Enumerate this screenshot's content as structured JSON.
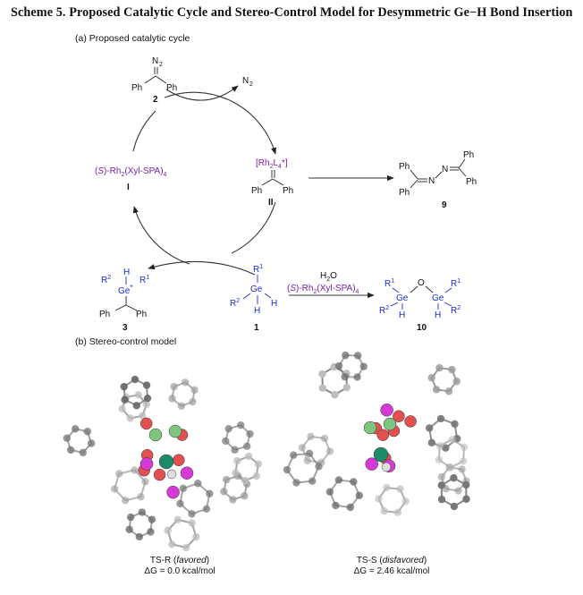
{
  "title": "Scheme 5. Proposed Catalytic Cycle and Stereo-Control Model for Desymmetric Ge−H Bond Insertion",
  "section_a": "(a) Proposed catalytic cycle",
  "section_b": "(b) Stereo-control model",
  "compounds": {
    "diazo": {
      "top": "N",
      "top_sub": "2",
      "left": "Ph",
      "right": "Ph",
      "number": "2"
    },
    "n2_release": {
      "text": "N",
      "sub": "2"
    },
    "catalyst": {
      "prefix": "(",
      "stereo": "S",
      "mid": ")-Rh",
      "sub1": "2",
      "ligand": "(Xyl-SPA)",
      "sub2": "4",
      "number": "I"
    },
    "carbene": {
      "text_a": "[Rh",
      "sub_a": "2",
      "text_b": "L",
      "sub_b": "4",
      "text_c": "*]",
      "left": "Ph",
      "right": "Ph",
      "number": "II"
    },
    "azine": {
      "ph1": "Ph",
      "ph2": "Ph",
      "ph3": "Ph",
      "ph4": "Ph",
      "n1": "N",
      "n2": "N",
      "number": "9"
    },
    "product": {
      "r2": "R",
      "r2sup": "2",
      "r1": "R",
      "r1sup": "1",
      "h": "H",
      "ge": "Ge",
      "star": "*",
      "ph_left": "Ph",
      "ph_right": "Ph",
      "number": "3"
    },
    "germane": {
      "r1": "R",
      "r1sup": "1",
      "ge": "Ge",
      "r2": "R",
      "r2sup": "2",
      "h1": "H",
      "h2": "H",
      "number": "1"
    },
    "conditions": {
      "water": "H",
      "water_sub": "2",
      "water_end": "O",
      "cat_prefix": "(",
      "cat_stereo": "S",
      "cat_mid": ")-Rh",
      "cat_sub1": "2",
      "cat_ligand": "(Xyl-SPA)",
      "cat_sub2": "4"
    },
    "siloxane": {
      "r1a": "R",
      "r1a_sup": "1",
      "ge_a": "Ge",
      "o": "O",
      "ge_b": "Ge",
      "r1b": "R",
      "r1b_sup": "1",
      "r2a": "R",
      "r2a_sup": "2",
      "h_a": "H",
      "h_b": "H",
      "r2b": "R",
      "r2b_sup": "2",
      "number": "10"
    }
  },
  "models": [
    {
      "label": "TS-R",
      "qualifier": "favored",
      "energy": "ΔG = 0.0 kcal/mol"
    },
    {
      "label": "TS-S",
      "qualifier": "disfavored",
      "energy": "ΔG = 2.46 kcal/mol"
    }
  ],
  "colors": {
    "catalyst": "#7b1fa2",
    "germanium": "#1a2bd6",
    "carbon": "#555555",
    "oxygen": "#e2514f",
    "phosphorus": "#d63ad6",
    "rhodium": "#1a8a6a",
    "halogen": "#7fc47f"
  }
}
